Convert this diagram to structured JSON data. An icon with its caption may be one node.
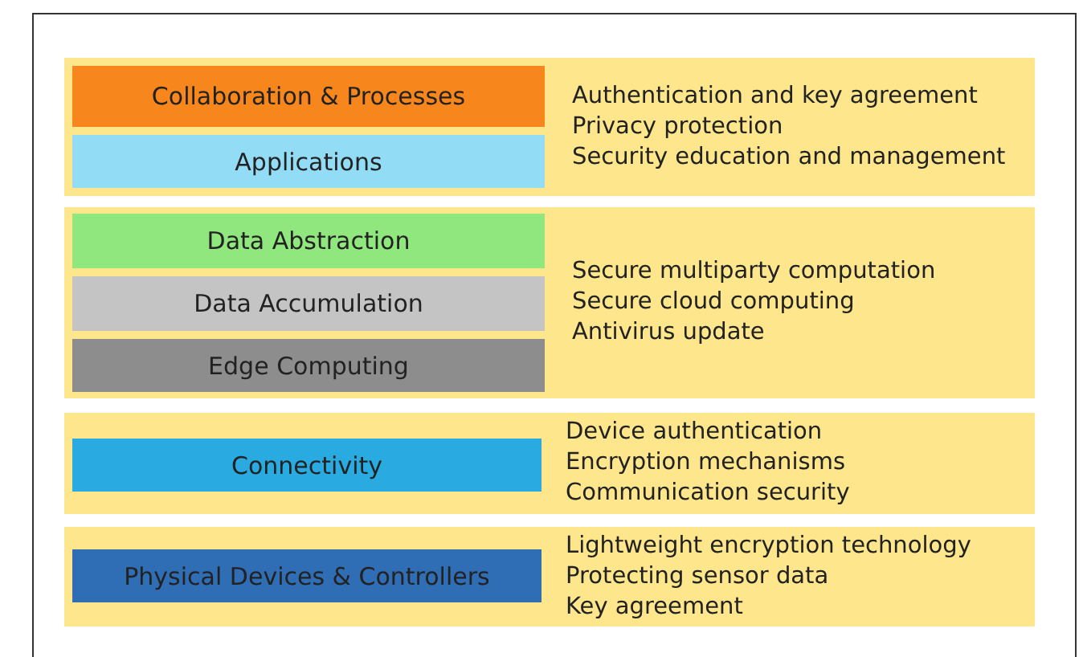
{
  "diagram": {
    "nodes": [
      {
        "text": [
          "Authentication and key agreement",
          "Privacy protection",
          "Security education and management"
        ]
      },
      {
        "text": [
          "Collaboration & Processes"
        ],
        "in": 0
      },
      {
        "text": [
          "Applications"
        ],
        "in": 0
      },
      {
        "text": [
          "Secure multiparty computation",
          "Secure cloud computing",
          "Antivirus update"
        ]
      },
      {
        "text": [
          "Data Abstraction"
        ],
        "in": 3
      },
      {
        "text": [
          "Data Accumulation"
        ],
        "in": 3
      },
      {
        "text": [
          "Edge Computing"
        ],
        "in": 3
      },
      {
        "text": [
          "Device authentication",
          "Encryption mechanisms",
          "Communication security"
        ]
      },
      {
        "text": [
          "Connectivity"
        ],
        "in": 7
      },
      {
        "text": [
          "Lightweight encryption technology",
          "Protecting sensor data",
          "Key agreement"
        ]
      },
      {
        "text": [
          "Physical Devices & Controllers"
        ],
        "in": 9
      }
    ]
  }
}
